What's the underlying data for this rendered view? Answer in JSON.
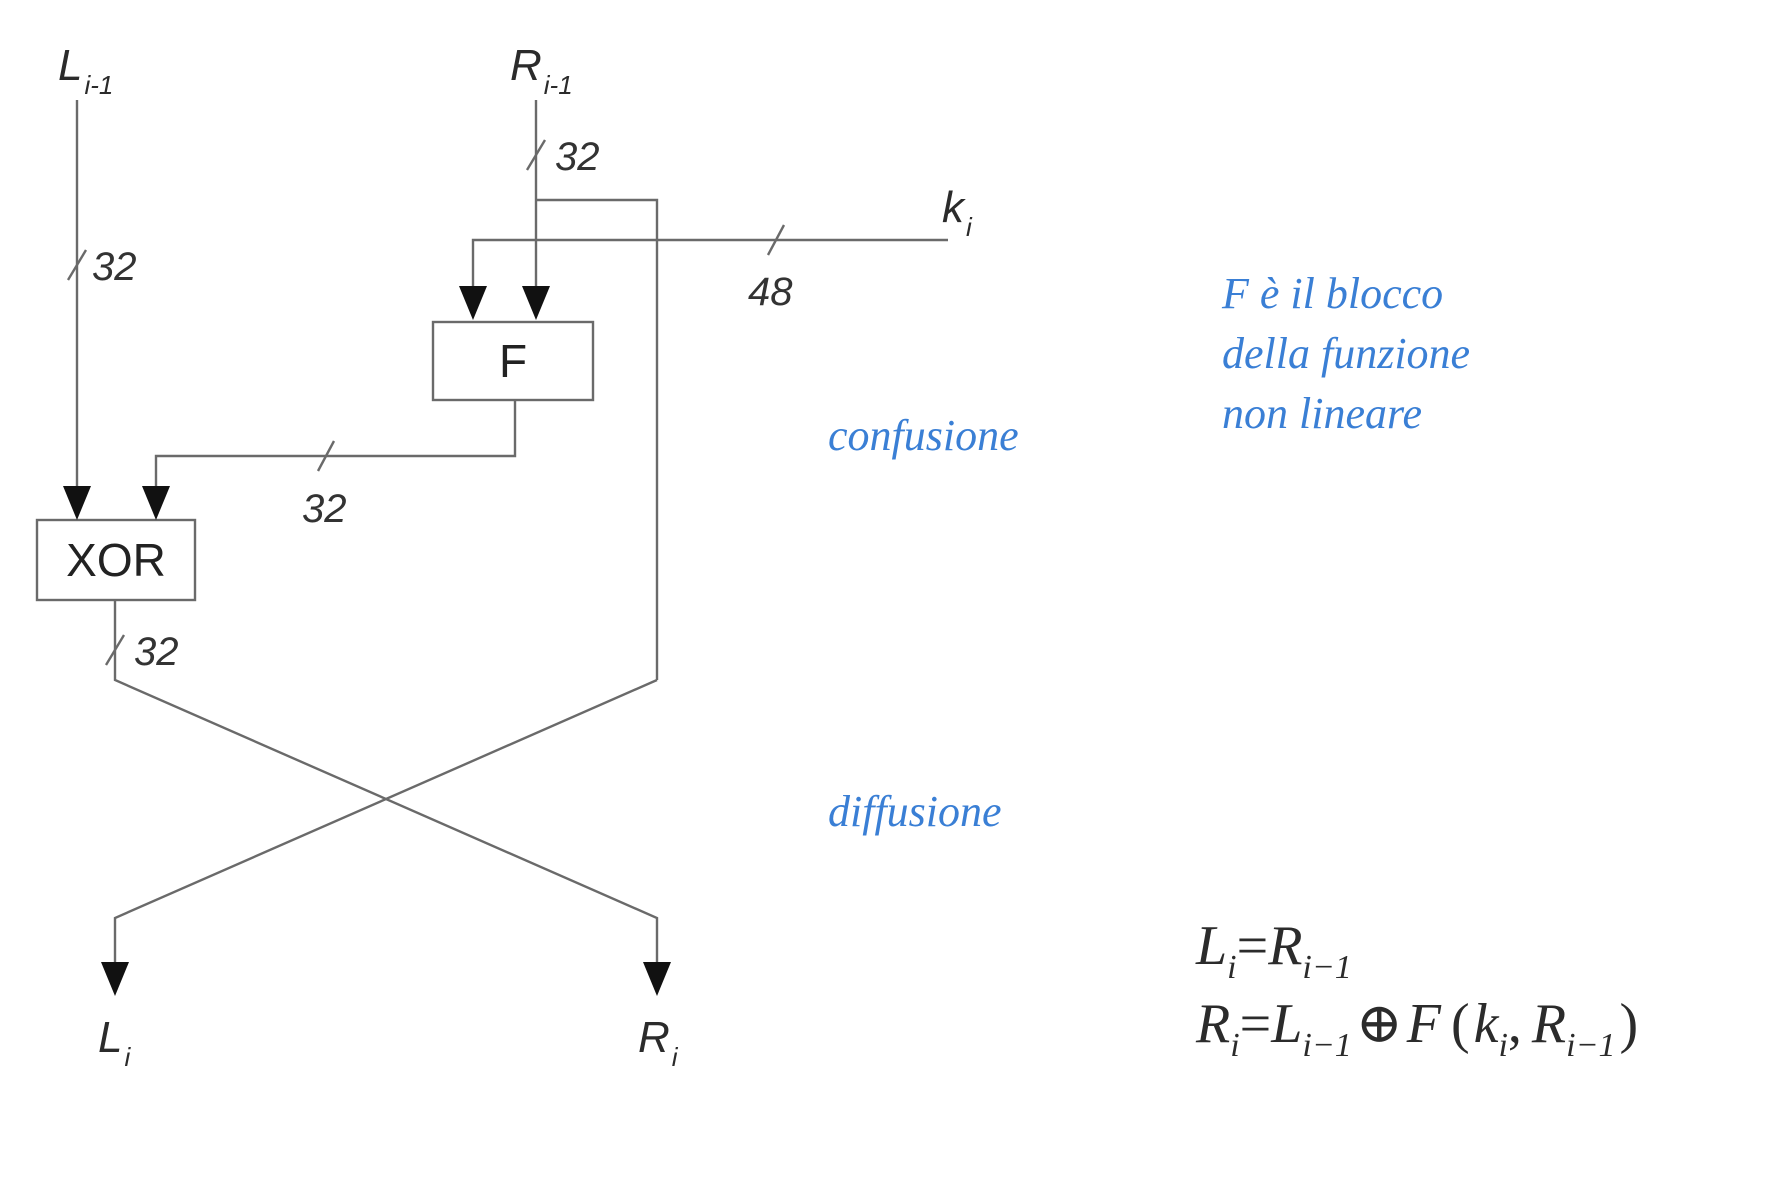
{
  "inputs": {
    "left": {
      "base": "L",
      "sub": "i-1"
    },
    "right": {
      "base": "R",
      "sub": "i-1"
    },
    "key": {
      "base": "k",
      "sub": "i"
    }
  },
  "outputs": {
    "left": {
      "base": "L",
      "sub": "i"
    },
    "right": {
      "base": "R",
      "sub": "i"
    }
  },
  "bit_widths": {
    "left_in": "32",
    "right_in": "32",
    "key": "48",
    "f_out": "32",
    "xor_out": "32"
  },
  "blocks": {
    "f": "F",
    "xor": "XOR"
  },
  "annotations": {
    "confusion": "confusione",
    "diffusion": "diffusione",
    "f_note": [
      "F è il blocco",
      "della funzione",
      "non lineare"
    ]
  },
  "equations": {
    "line1": {
      "lhs_base": "L",
      "lhs_sub": "i",
      "eq": "=",
      "rhs_base": "R",
      "rhs_sub": "i−1"
    },
    "line2": {
      "lhs_base": "R",
      "lhs_sub": "i",
      "eq": "=",
      "t1_base": "L",
      "t1_sub": "i−1",
      "op": "⊕",
      "fn": "F",
      "open": "(",
      "a1_base": "k",
      "a1_sub": "i",
      "comma": ",",
      "a2_base": "R",
      "a2_sub": "i−1",
      "close": ")"
    }
  },
  "colors": {
    "wire": "#6a6a6a",
    "annotation": "#3a7fd5",
    "arrowhead": "#111111"
  }
}
